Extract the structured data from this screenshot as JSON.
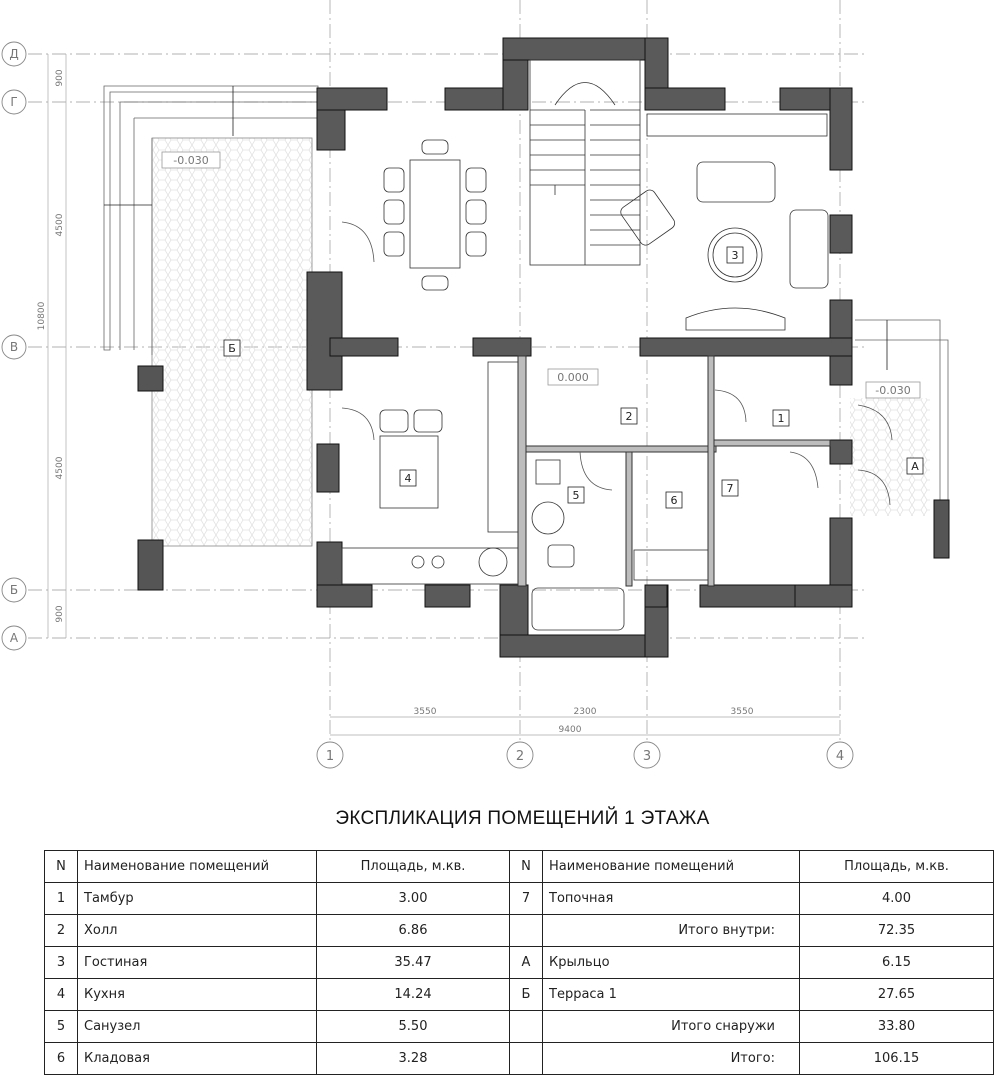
{
  "plan": {
    "grid_rows": [
      "Д",
      "Г",
      "В",
      "Б",
      "А"
    ],
    "grid_cols": [
      "1",
      "2",
      "3",
      "4"
    ],
    "dims_left": [
      "900",
      "4500",
      "10800",
      "4500",
      "900"
    ],
    "dims_bottom": [
      "3550",
      "2300",
      "3550",
      "9400"
    ],
    "levels": [
      "-0.030",
      "0.000",
      "-0.030"
    ],
    "room_tags": [
      "1",
      "2",
      "3",
      "4",
      "5",
      "6",
      "7",
      "А",
      "Б"
    ]
  },
  "title": "ЭКСПЛИКАЦИЯ ПОМЕЩЕНИЙ 1 ЭТАЖА",
  "table": {
    "header": [
      "N",
      "Наименование помещений",
      "Площадь, м.кв.",
      "N",
      "Наименование помещений",
      "Площадь, м.кв."
    ],
    "rows": [
      {
        "n1": "1",
        "name1": "Тамбур",
        "area1": "3.00",
        "n2": "7",
        "name2": "Топочная",
        "area2": "4.00"
      },
      {
        "n1": "2",
        "name1": "Холл",
        "area1": "6.86",
        "n2": "",
        "name2": "Итого внутри:",
        "area2": "72.35"
      },
      {
        "n1": "3",
        "name1": "Гостиная",
        "area1": "35.47",
        "n2": "А",
        "name2": "Крыльцо",
        "area2": "6.15"
      },
      {
        "n1": "4",
        "name1": "Кухня",
        "area1": "14.24",
        "n2": "Б",
        "name2": "Терраса 1",
        "area2": "27.65"
      },
      {
        "n1": "5",
        "name1": "Санузел",
        "area1": "5.50",
        "n2": "",
        "name2": "Итого снаружи",
        "area2": "33.80"
      },
      {
        "n1": "6",
        "name1": "Кладовая",
        "area1": "3.28",
        "n2": "",
        "name2": "Итого:",
        "area2": "106.15"
      }
    ]
  }
}
